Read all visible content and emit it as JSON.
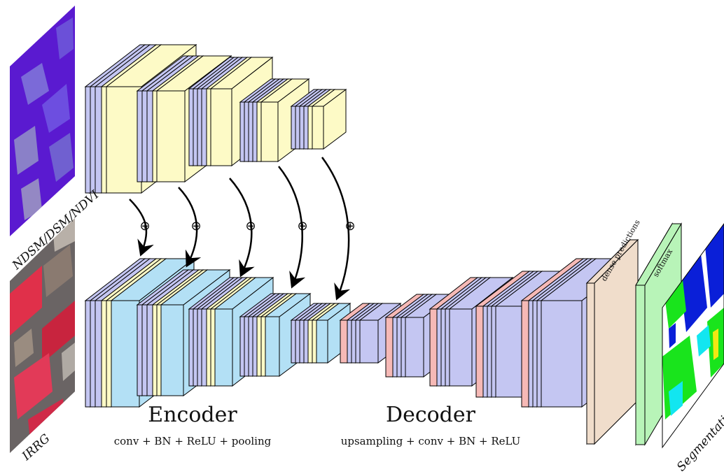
{
  "labels": {
    "encoder_title": "Encoder",
    "encoder_sub": "conv + BN + ReLU + pooling",
    "decoder_title": "Decoder",
    "decoder_sub": "upsampling + conv + BN + ReLU",
    "input_top": "NDSM/DSM/NDVI",
    "input_bottom": "IRRG",
    "dense": "dense predictions",
    "softmax": "softmax",
    "segmentation": "Segmentation",
    "fusion_symbol": "⊕"
  },
  "colors": {
    "conv": "#c4c6f2",
    "pool": "#fdfac6",
    "bn_relu": "#b3e0f5",
    "upsample": "#f6b9b6",
    "dense": "#f0ddcb",
    "softmax": "#b8f4b8",
    "seg_blue": "#0a1fd8",
    "seg_green": "#19e41c",
    "seg_cyan": "#12e6f0",
    "seg_yellow": "#f2e812",
    "ndsm": "#5a1ad0",
    "irrg_red": "#e0304a",
    "irrg_gray": "#6a6464"
  }
}
